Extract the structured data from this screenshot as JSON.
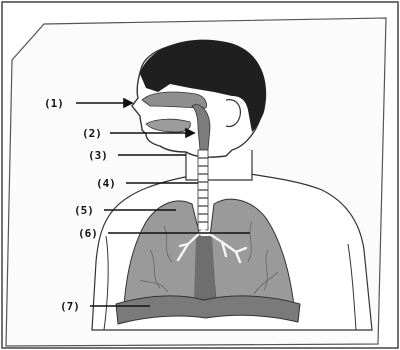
{
  "labels": {
    "l1": "(1)",
    "l2": "(2)",
    "l3": "(3)",
    "l4": "(4)",
    "l5": "(5)",
    "l6": "(6)",
    "l7": "(7)"
  },
  "colors": {
    "hair": "#1f1f1f",
    "lung": "#9a9a9a",
    "lung_dark": "#6e6e6e",
    "diaphragm": "#7a7a7a",
    "outline": "#333333",
    "frame": "#444444"
  }
}
